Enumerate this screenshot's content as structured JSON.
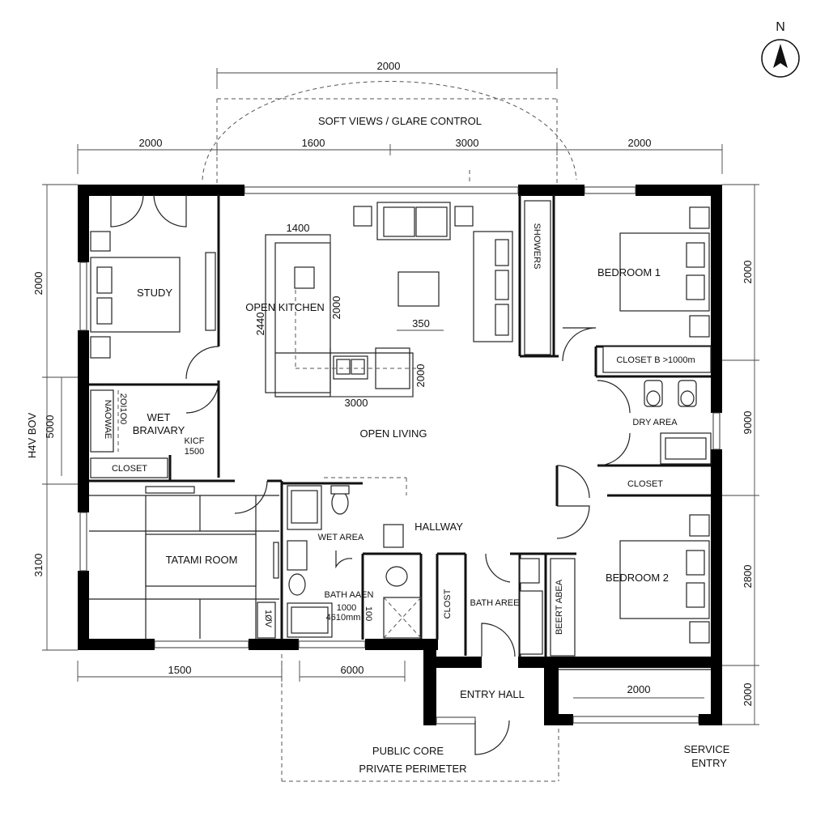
{
  "compass": {
    "label": "N",
    "icon": "north-arrow-icon"
  },
  "zones": {
    "top": "SOFT VIEWS / GLARE CONTROL",
    "bottom_1": "PUBLIC CORE",
    "bottom_2": "PRIVATE PERIMETER",
    "service_1": "SERVICE",
    "service_2": "ENTRY"
  },
  "rooms": {
    "study": "STUDY",
    "open_kitchen": "OPEN KITCHEN",
    "open_living": "OPEN LIVING",
    "bedroom_1": "BEDROOM 1",
    "bedroom_2": "BEDROOM 2",
    "closet_b1": "CLOSET  B >1000m",
    "dry_area": "DRY AREA",
    "closet_right": "CLOSET",
    "wet_1": "WET",
    "wet_2": "BRAIVARY",
    "wet_3": "KICF",
    "wet_4": "1500",
    "nanowae": "NAOWAE",
    "nanowae_dim": "2OI1O0",
    "closet_left": "CLOSET",
    "tatami": "TATAMI ROOM",
    "wet_area": "WET AREA",
    "hallway": "HALLWAY",
    "bath_aaen": "BATH AAEN",
    "bath_dim_1": "1000",
    "bath_dim_2": "4610mm",
    "bath_dim_side": "100",
    "tatami_side": "1ØV",
    "closet_vertical": "CLOST",
    "bath_aree": "BATH AREE",
    "beert_abea": "BEERT ABEA",
    "showers": "SHOWERS",
    "entry_hall": "ENTRY HALL"
  },
  "dimensions": {
    "top_overall": "2000",
    "top_1": "2000",
    "top_2": "1600",
    "top_3": "3000",
    "top_4": "2000",
    "left_1": "2000",
    "left_2": "5000",
    "left_2b": "H4V BOV",
    "left_3": "3100",
    "right_1": "2000",
    "right_2": "9000",
    "right_3": "2800",
    "right_4": "2000",
    "bottom_1": "1500",
    "bottom_2": "6000",
    "entry_right": "2000",
    "kitchen_w": "1400",
    "kitchen_h": "2440",
    "kitchen_d": "2000",
    "island_w": "3000",
    "counter_h": "2000",
    "living_table": "350"
  }
}
